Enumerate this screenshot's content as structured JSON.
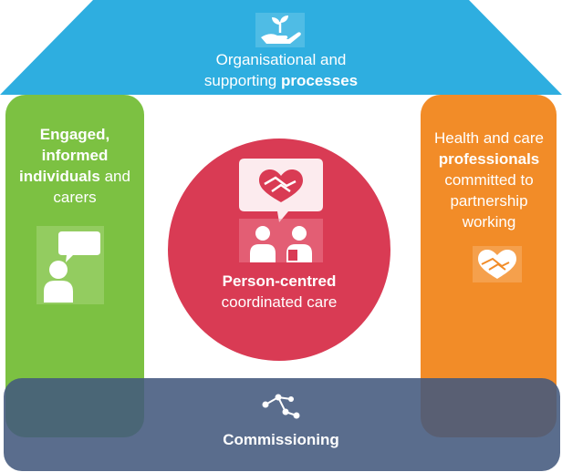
{
  "roof": {
    "line1": "Organisational and",
    "line2_prefix": "supporting ",
    "line2_bold": "processes",
    "icon": "plant-in-hand-icon",
    "color": "#2eaee0"
  },
  "left_pillar": {
    "line1_bold": "Engaged,",
    "line2_bold": "informed",
    "line3_bold": "individuals",
    "line3_suffix": " and",
    "line4": "carers",
    "icon": "person-speech-bubble-icon",
    "color": "#7cc142"
  },
  "right_pillar": {
    "line1": "Health and care",
    "line2_bold": "professionals",
    "line3": "committed to",
    "line4": "partnership",
    "line5": "working",
    "icon": "handshake-icon",
    "color": "#f28c28"
  },
  "center": {
    "line1_bold": "Person-centred",
    "line2": "coordinated care",
    "icon": "handshake-conversation-icon",
    "color": "#d93b54"
  },
  "base": {
    "label": "Commissioning",
    "icon": "network-nodes-icon",
    "color": "#43597d"
  }
}
